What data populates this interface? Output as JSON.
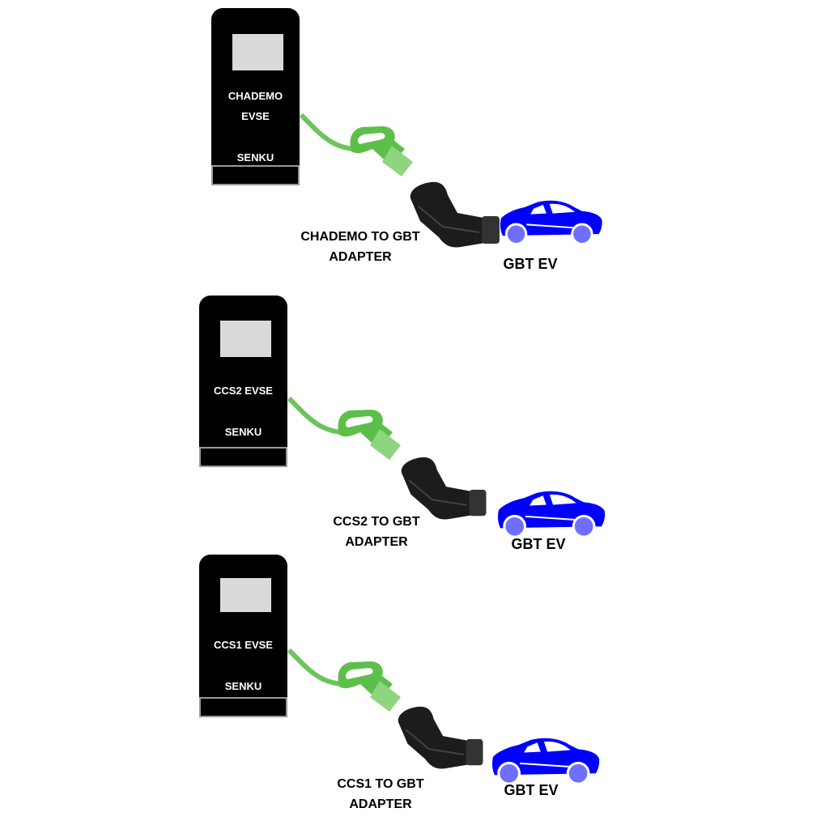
{
  "colors": {
    "cable": "#5cbf4a",
    "car": "#0000ff",
    "wheel": "#6f6fff",
    "adapter": "#1c1c1c"
  },
  "panels": [
    {
      "evse_lines": [
        "CHADEMO",
        "EVSE"
      ],
      "brand": "SENKU",
      "adapter_lines": [
        "CHADEMO TO GBT",
        "ADAPTER"
      ],
      "ev": "GBT EV"
    },
    {
      "evse_lines": [
        "CCS2 EVSE"
      ],
      "brand": "SENKU",
      "adapter_lines": [
        "CCS2 TO GBT",
        "ADAPTER"
      ],
      "ev": "GBT EV"
    },
    {
      "evse_lines": [
        "CCS1 EVSE"
      ],
      "brand": "SENKU",
      "adapter_lines": [
        "CCS1 TO GBT",
        "ADAPTER"
      ],
      "ev": "GBT EV"
    }
  ]
}
